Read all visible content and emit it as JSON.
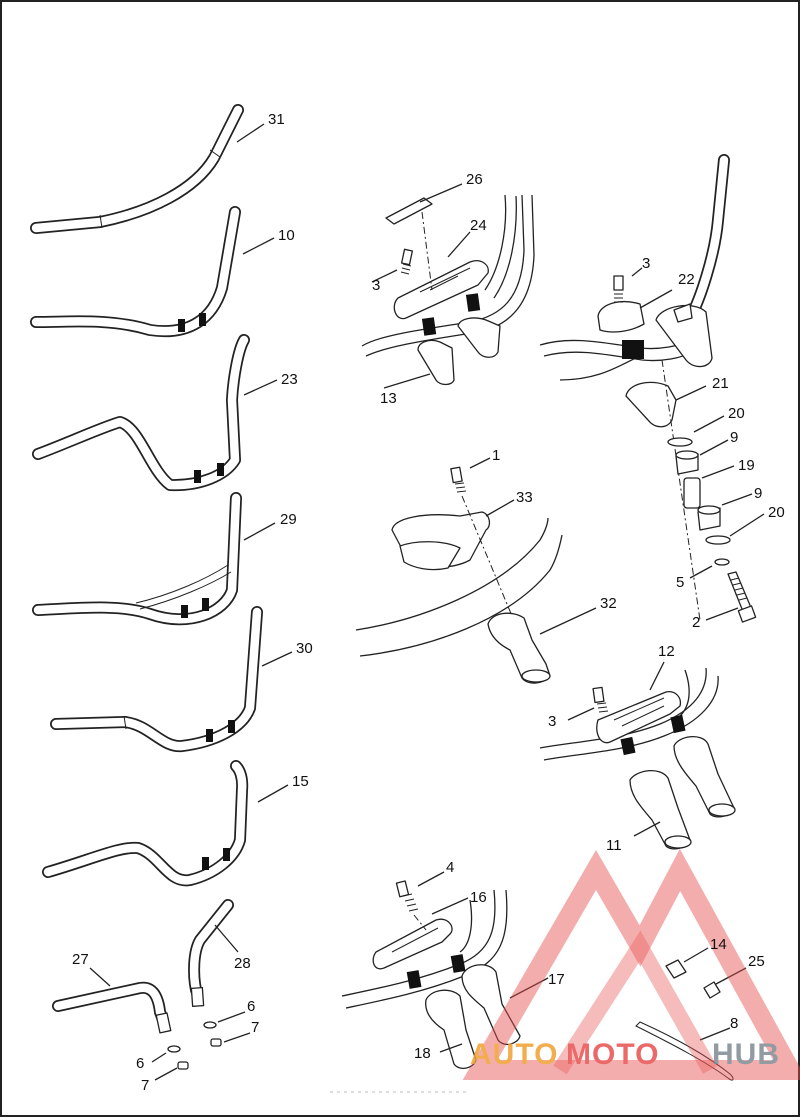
{
  "callouts": {
    "c31": "31",
    "c10": "10",
    "c23": "23",
    "c29": "29",
    "c30": "30",
    "c15": "15",
    "c27": "27",
    "c28": "28",
    "c6a": "6",
    "c7a": "7",
    "c6b": "6",
    "c7b": "7",
    "c26": "26",
    "c24": "24",
    "c3a": "3",
    "c13": "13",
    "c3b": "3",
    "c22": "22",
    "c21": "21",
    "c20a": "20",
    "c9a": "9",
    "c19": "19",
    "c9b": "9",
    "c20b": "20",
    "c5": "5",
    "c2": "2",
    "c1": "1",
    "c33": "33",
    "c32": "32",
    "c12": "12",
    "c3c": "3",
    "c11": "11",
    "c4": "4",
    "c16": "16",
    "c17": "17",
    "c18": "18",
    "c14": "14",
    "c25": "25",
    "c8": "8"
  },
  "watermark": {
    "auto": "AUTO",
    "moto": "MOTO",
    "hub": "HUB",
    "color_red": "#e8504f",
    "color_orange": "#f0a030",
    "color_gray": "#7f8a92"
  }
}
